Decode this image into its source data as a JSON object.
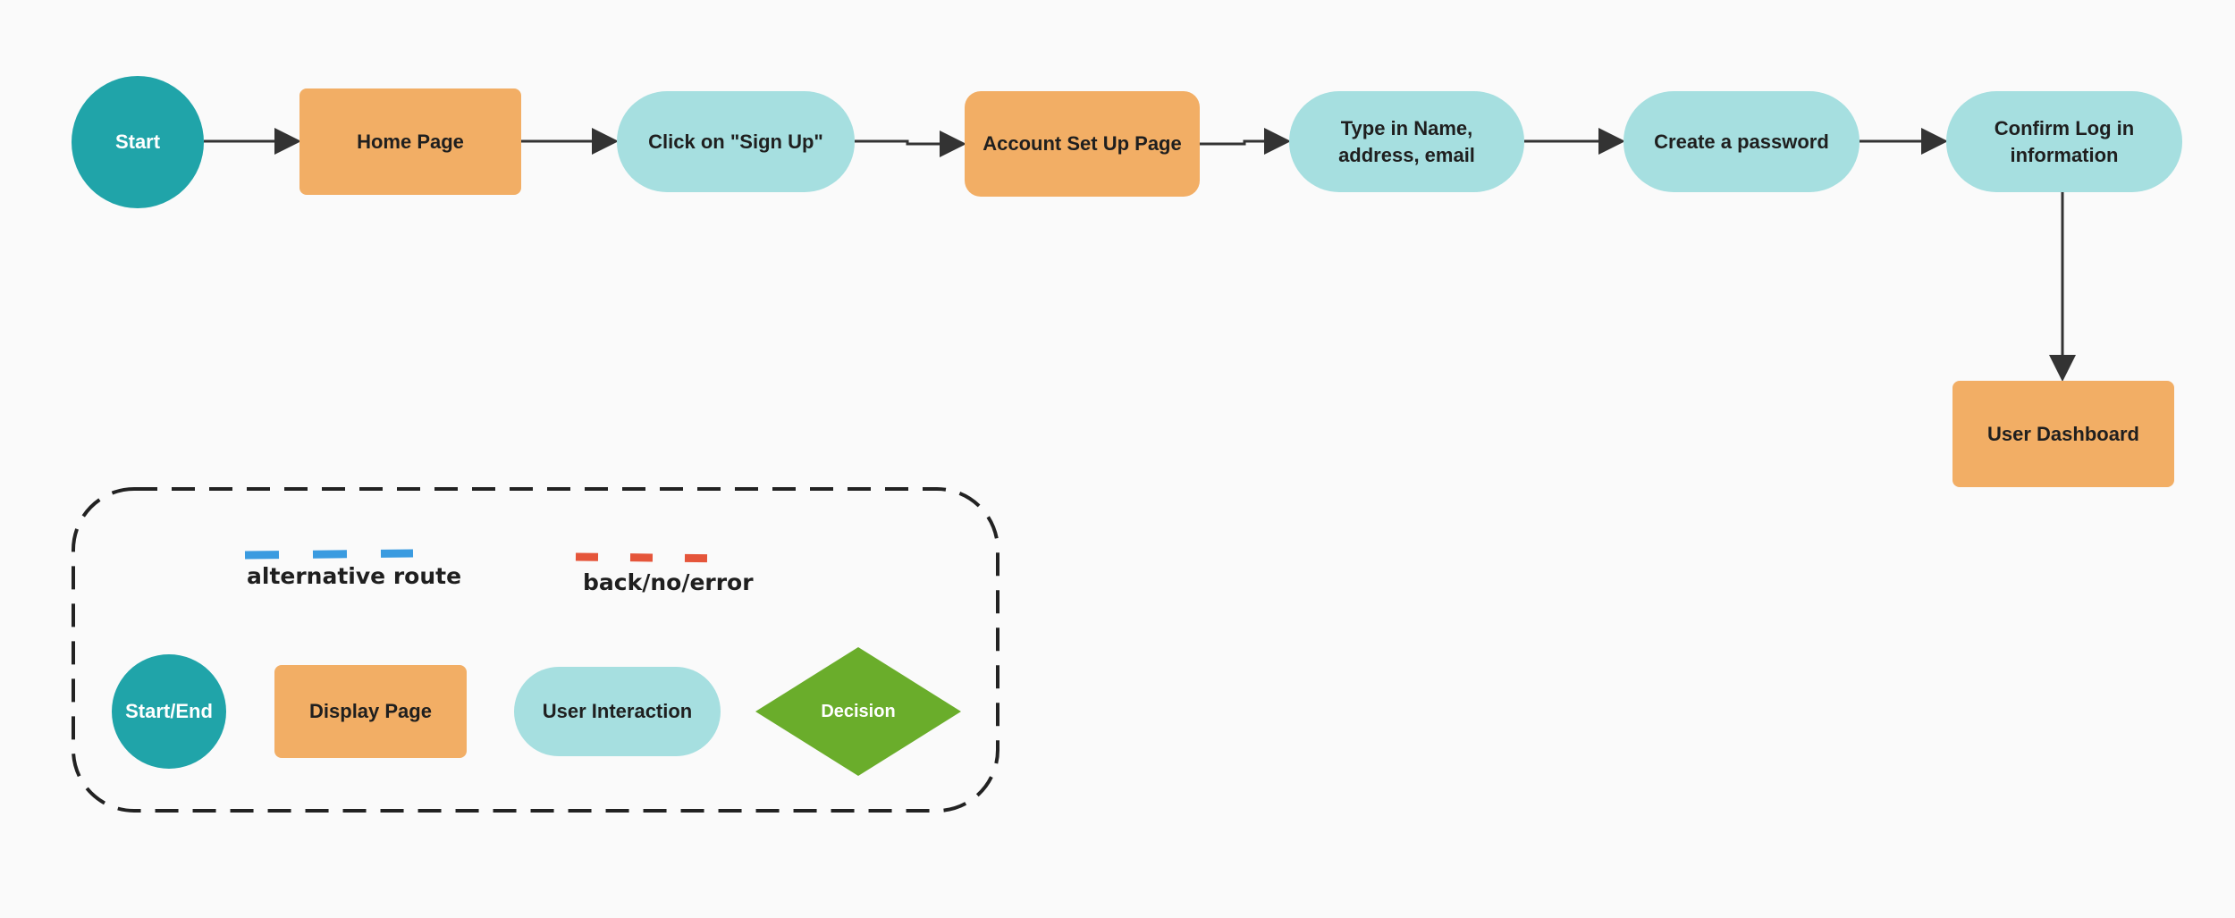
{
  "flow": {
    "start": "Start",
    "home_page": "Home Page",
    "click_sign_up": "Click on \"Sign Up\"",
    "account_setup": "Account Set Up Page",
    "type_in_name": "Type in Name, address, email",
    "create_password": "Create a password",
    "confirm_login": "Confirm Log in information",
    "user_dashboard": "User Dashboard"
  },
  "legend": {
    "alternative_route": "alternative route",
    "back_no_error": "back/no/error",
    "start_end": "Start/End",
    "display_page": "Display Page",
    "user_interaction": "User Interaction",
    "decision": "Decision"
  },
  "colors": {
    "start_end": "#20a4a9",
    "display_page": "#f2ae65",
    "user_interaction": "#a6dfe0",
    "decision": "#6aad2b",
    "alternative_route": "#3a9be0",
    "back_no_error": "#e5553a",
    "arrow": "#333333"
  }
}
